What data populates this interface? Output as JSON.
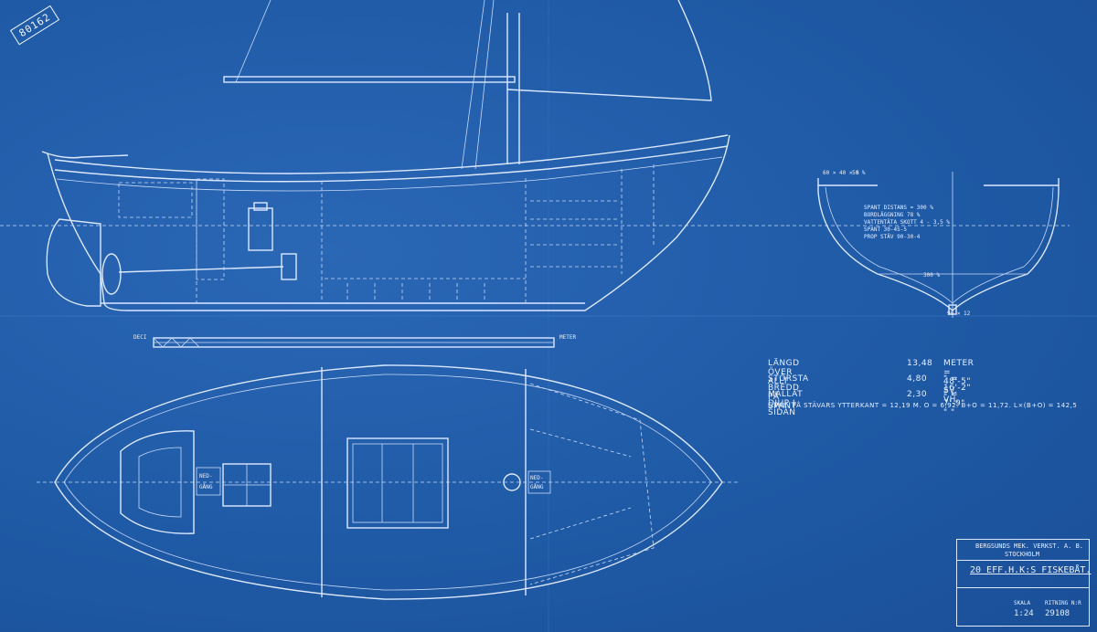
{
  "stamp": "80162",
  "specs": [
    {
      "label": "LÄNGD ÖVER ALLT",
      "value": "13,48",
      "imperial": "METER = 48'-5\" SV. VH."
    },
    {
      "label": "STÖRSTA BREDD PÅ SPANT",
      "value": "4,80",
      "imperial": "\" = 16'-2\" \" \""
    },
    {
      "label": "MALLAT DJUP I SIDAN",
      "value": "2,30",
      "imperial": "\" = 7'-9\" \" \""
    }
  ],
  "lwl_line": "L:W.L. PÅ STÄVARS YTTERKANT = 12,19 M.   O = 6,92.   B+O = 11,72.   L×(B+O) = 142,5",
  "section_notes": [
    "SPANT DISTANS = 300 %",
    "BORDLÄGGNING 78 %",
    "VATTENTÄTA SKOTT 4 - 3,5 %",
    "SPANT 30-45-5",
    "PROP STÄV 90-30-4"
  ],
  "section_dims": {
    "bottom": "300 %",
    "keel": "90 × 12",
    "top_left": "60 × 40 × 5",
    "top_right": "50 %"
  },
  "scale_bar": {
    "left_label": "DECI",
    "right_label": "METER"
  },
  "hatch_labels": [
    "NED-",
    "GÅNG"
  ],
  "title_block": {
    "company": "BERGSUNDS MEK. VERKST. A. B.",
    "city": "STOCKHOLM",
    "title": "20 EFF.H.K:S FISKEBÅT.",
    "scale_label": "SKALA",
    "scale": "1:24",
    "drawing_no_label": "RITNING N:R",
    "drawing_no": "29108"
  },
  "colors": {
    "paper": "#1f5aa6",
    "line": "#dce8ff"
  }
}
